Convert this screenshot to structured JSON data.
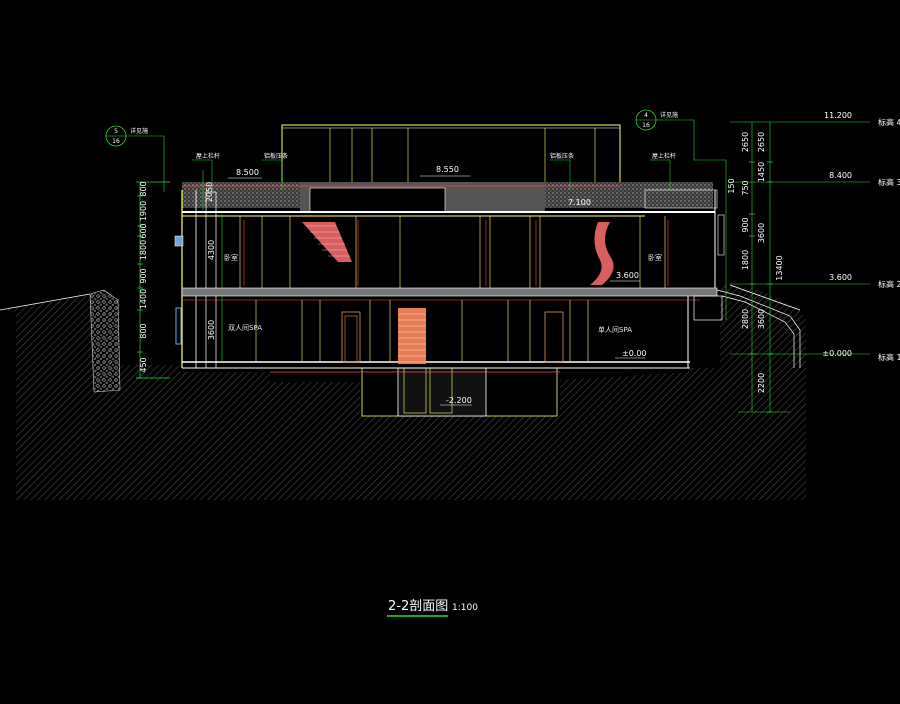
{
  "title": {
    "main": "2-2剖面图",
    "scale": "1:100"
  },
  "elevations": {
    "roof_top": "8.550",
    "roof_left": "8.500",
    "floor3": "7.100",
    "floor2": "3.600",
    "floor1": "±0.00",
    "basement": "-2.200"
  },
  "rooms": {
    "bedroom_left": "卧室",
    "bedroom_right": "卧室",
    "spa_left": "双人间SPA",
    "spa_right": "单人间SPA"
  },
  "callouts": {
    "left_num": "5",
    "left_den": "16",
    "left_label": "详见施",
    "right_num": "4",
    "right_den": "16",
    "right_label": "详见施",
    "note_a": "屋上栏杆",
    "note_b": "铝板压条",
    "note_c": "铝板压条",
    "note_d": "屋上栏杆"
  },
  "levels": [
    {
      "value": "11.200",
      "label": "标高 4"
    },
    {
      "value": "8.400",
      "label": "标高 3"
    },
    {
      "value": "3.600",
      "label": "标高 2"
    },
    {
      "value": "±0.000",
      "label": "标高 1"
    }
  ],
  "right_dims": {
    "outer": [
      "2650",
      "1450",
      "3600",
      "3600",
      "2200"
    ],
    "inner": [
      "2650",
      "750",
      "900",
      "1800",
      "2800"
    ],
    "total": "13400",
    "top": "150"
  },
  "left_dims": [
    "800",
    "1900",
    "600",
    "1800",
    "900",
    "1400",
    "800",
    "450"
  ],
  "inner_dims": [
    "2050",
    "4300",
    "3600"
  ]
}
